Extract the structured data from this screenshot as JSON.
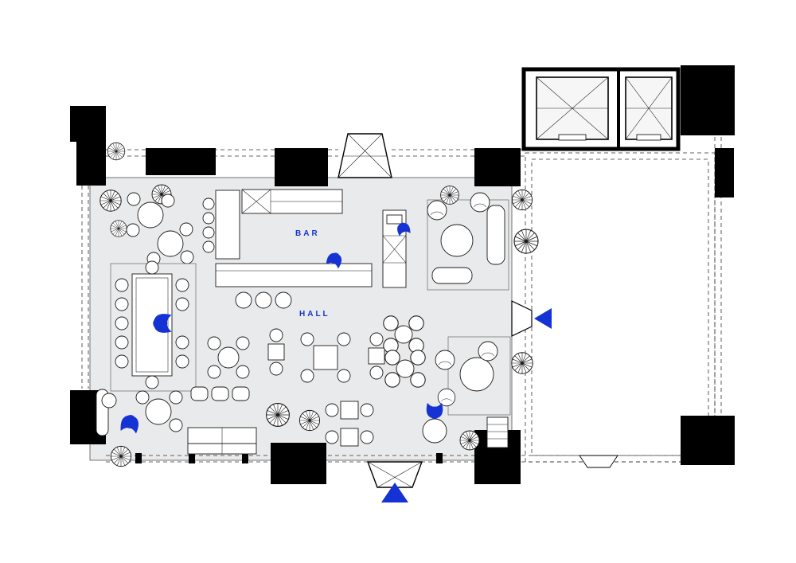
{
  "labels": {
    "bar": "BAR",
    "hall": "HALL"
  },
  "colors": {
    "accent_blue": "#1533d4",
    "wall_black": "#000000",
    "floor_gray": "#e9eaeb",
    "line_dark": "#1a1a1a",
    "background": "#ffffff"
  },
  "icons": {
    "person": "person-icon",
    "plant": "plant-icon",
    "chair": "chair-icon",
    "entrance_arrow": "entrance-arrow-icon"
  },
  "counts": {
    "people_figures": 5,
    "entrance_arrows": 2,
    "elevators": 2
  }
}
